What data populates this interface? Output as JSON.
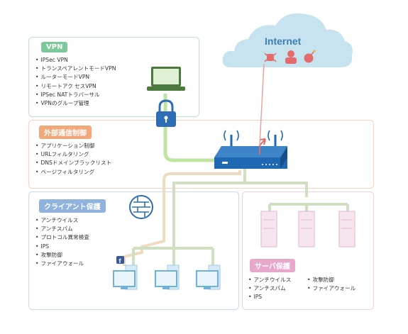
{
  "internet": {
    "label": "Internet"
  },
  "vpn": {
    "title": "VPN",
    "items": [
      "IPSec VPN",
      "トランスペアレントモードVPN",
      "ルーターモードVPN",
      "リモートアク セスVPN",
      "IPSec NATトラバーサル",
      "VPNのグループ管理"
    ]
  },
  "comm_control": {
    "title": "外部通信制御",
    "items": [
      "アプリケーション制御",
      "URLフィルタリング",
      "DNSドメインブラックリスト",
      "ページフィルタリング"
    ]
  },
  "client": {
    "title": "クライアント保護",
    "items": [
      "アンチウイルス",
      "アンチスパム",
      "プロトコル異常検査",
      "IPS",
      "攻撃防御",
      "ファイアウォール"
    ]
  },
  "server": {
    "title": "サーバ保護",
    "items_col1": [
      "アンチウイルス",
      "アンチスパム",
      "IPS"
    ],
    "items_col2": [
      "攻撃防御",
      "ファイアウォール"
    ]
  },
  "colors": {
    "vpn": "#7cc89a",
    "comm": "#f2a878",
    "client": "#8fb3dd",
    "server": "#e7a9cb",
    "router": "#1f68b4"
  }
}
